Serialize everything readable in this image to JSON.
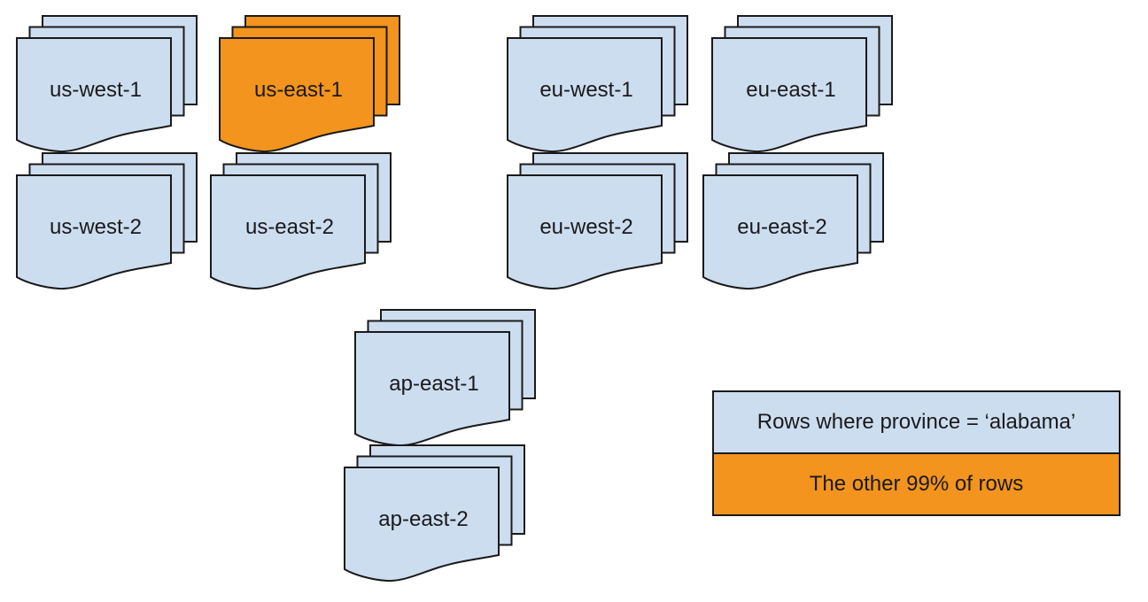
{
  "regions": [
    {
      "id": "us-west-1",
      "label": "us-west-1",
      "fill": "#CDDDF0",
      "highlighted": false
    },
    {
      "id": "us-east-1",
      "label": "us-east-1",
      "fill": "#F2941D",
      "highlighted": true
    },
    {
      "id": "eu-west-1",
      "label": "eu-west-1",
      "fill": "#CDDDF0",
      "highlighted": false
    },
    {
      "id": "eu-east-1",
      "label": "eu-east-1",
      "fill": "#CDDDF0",
      "highlighted": false
    },
    {
      "id": "us-west-2",
      "label": "us-west-2",
      "fill": "#CDDDF0",
      "highlighted": false
    },
    {
      "id": "us-east-2",
      "label": "us-east-2",
      "fill": "#CDDDF0",
      "highlighted": false
    },
    {
      "id": "eu-west-2",
      "label": "eu-west-2",
      "fill": "#CDDDF0",
      "highlighted": false
    },
    {
      "id": "eu-east-2",
      "label": "eu-east-2",
      "fill": "#CDDDF0",
      "highlighted": false
    },
    {
      "id": "ap-east-1",
      "label": "ap-east-1",
      "fill": "#CDDDF0",
      "highlighted": false
    },
    {
      "id": "ap-east-2",
      "label": "ap-east-2",
      "fill": "#CDDDF0",
      "highlighted": false
    }
  ],
  "legend": {
    "items": [
      {
        "label": "Rows where province = ‘alabama’",
        "color": "#CDDDF0"
      },
      {
        "label": "The other 99% of rows",
        "color": "#F2941D"
      }
    ]
  },
  "colors": {
    "page_blue": "#CDDDF0",
    "highlight_orange": "#F2941D",
    "stroke": "#1A1A1A",
    "background": "#FFFFFF"
  }
}
